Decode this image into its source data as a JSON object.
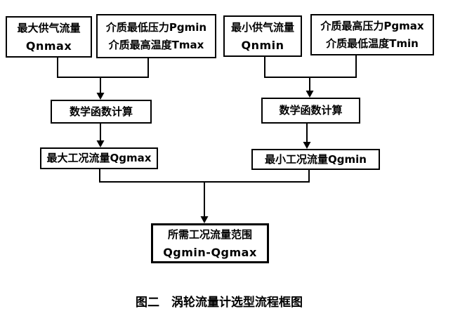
{
  "diagram": {
    "title": "涡轮流量计选型流程框图",
    "caption": "图二　涡轮流量计选型流程框图",
    "nodes": {
      "qnmax": {
        "line1": "最大供气流量",
        "line2": "Qnmax"
      },
      "pgmin_tmax": {
        "line1": "介质最低压力Pgmin",
        "line2": "介质最高温度Tmax"
      },
      "qnmin": {
        "line1": "最小供气流量",
        "line2": "Qnmin"
      },
      "pgmax_tmin": {
        "line1": "介质最高压力Pgmax",
        "line2": "介质最低温度Tmin"
      },
      "calc_left": {
        "label": "数学函数计算"
      },
      "calc_right": {
        "label": "数学函数计算"
      },
      "qgmax": {
        "label": "最大工况流量Qgmax"
      },
      "qgmin": {
        "label": "最小工况流量Qgmin"
      },
      "range": {
        "line1": "所需工况流量范围",
        "line2": "Qgmin-Qgmax"
      }
    },
    "edges": [
      {
        "from": "qnmax",
        "to": "calc_left"
      },
      {
        "from": "pgmin_tmax",
        "to": "calc_left"
      },
      {
        "from": "qnmin",
        "to": "calc_right"
      },
      {
        "from": "pgmax_tmin",
        "to": "calc_right"
      },
      {
        "from": "calc_left",
        "to": "qgmax"
      },
      {
        "from": "calc_right",
        "to": "qgmin"
      },
      {
        "from": "qgmax",
        "to": "range"
      },
      {
        "from": "qgmin",
        "to": "range"
      }
    ],
    "colors": {
      "line": "#000000",
      "text": "#000000",
      "background": "#ffffff"
    }
  }
}
